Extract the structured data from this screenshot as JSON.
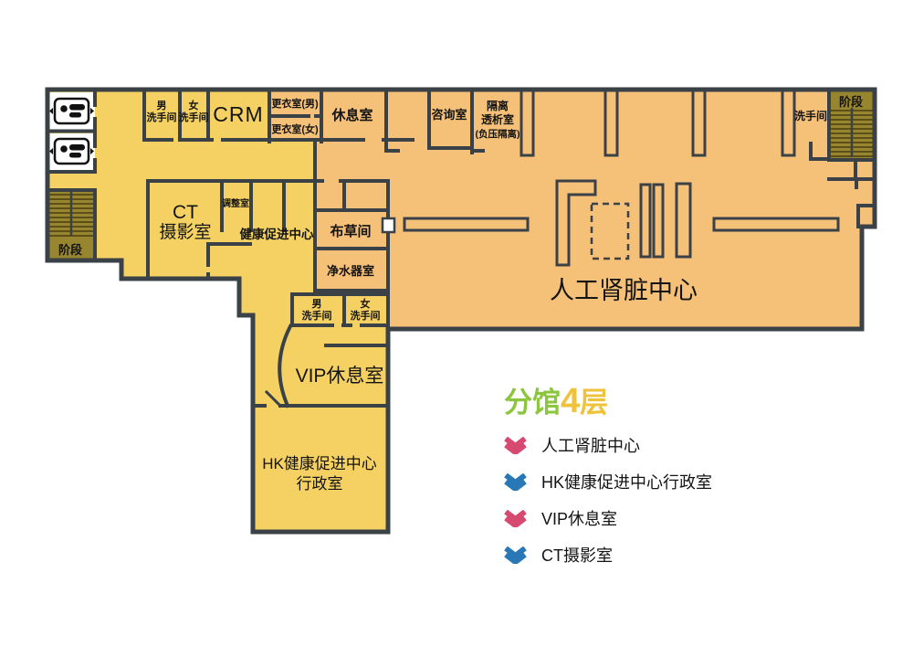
{
  "colors": {
    "zone_yellow": "#f4d162",
    "zone_orange": "#f5c078",
    "wall": "#3a4147",
    "stairs_fill": "#97852f",
    "legend_green": "#8cc63f",
    "legend_gold": "#efc23b",
    "chevron_pink": "#d64a72",
    "chevron_blue": "#2878b8"
  },
  "floor_plan": {
    "rooms": {
      "mens_restroom_top": [
        "男",
        "洗手间"
      ],
      "womens_restroom_top": [
        "女",
        "洗手间"
      ],
      "crm": "CRM",
      "changing_room_male": "更衣室(男)",
      "changing_room_female": "更衣室(女)",
      "rest_room": "休息室",
      "consultation_room": "咨询室",
      "isolation_dialysis_room": [
        "隔离",
        "透析室",
        "(负压隔离)"
      ],
      "restroom_top_right": "洗手间",
      "stairs_top_right": "阶段",
      "stairs_left": "阶段",
      "ct_room": [
        "CT",
        "摄影室"
      ],
      "adjustment_room": "调整室",
      "health_promotion_center": "健康促进中心",
      "linen_room": "布草间",
      "water_purifier_room": "净水器室",
      "artificial_kidney_center": "人工肾脏中心",
      "mens_restroom_vip": [
        "男",
        "洗手间"
      ],
      "womens_restroom_vip": [
        "女",
        "洗手间"
      ],
      "vip_lounge": "VIP休息室",
      "hk_admin_office": [
        "HK健康促进中心",
        "行政室"
      ]
    }
  },
  "legend": {
    "title_prefix": "分馆",
    "title_number": "4",
    "title_suffix": "层",
    "items": [
      {
        "label": "人工肾脏中心",
        "color": "#d64a72"
      },
      {
        "label": "HK健康促进中心行政室",
        "color": "#2878b8"
      },
      {
        "label": "VIP休息室",
        "color": "#d64a72"
      },
      {
        "label": "CT摄影室",
        "color": "#2878b8"
      }
    ]
  }
}
